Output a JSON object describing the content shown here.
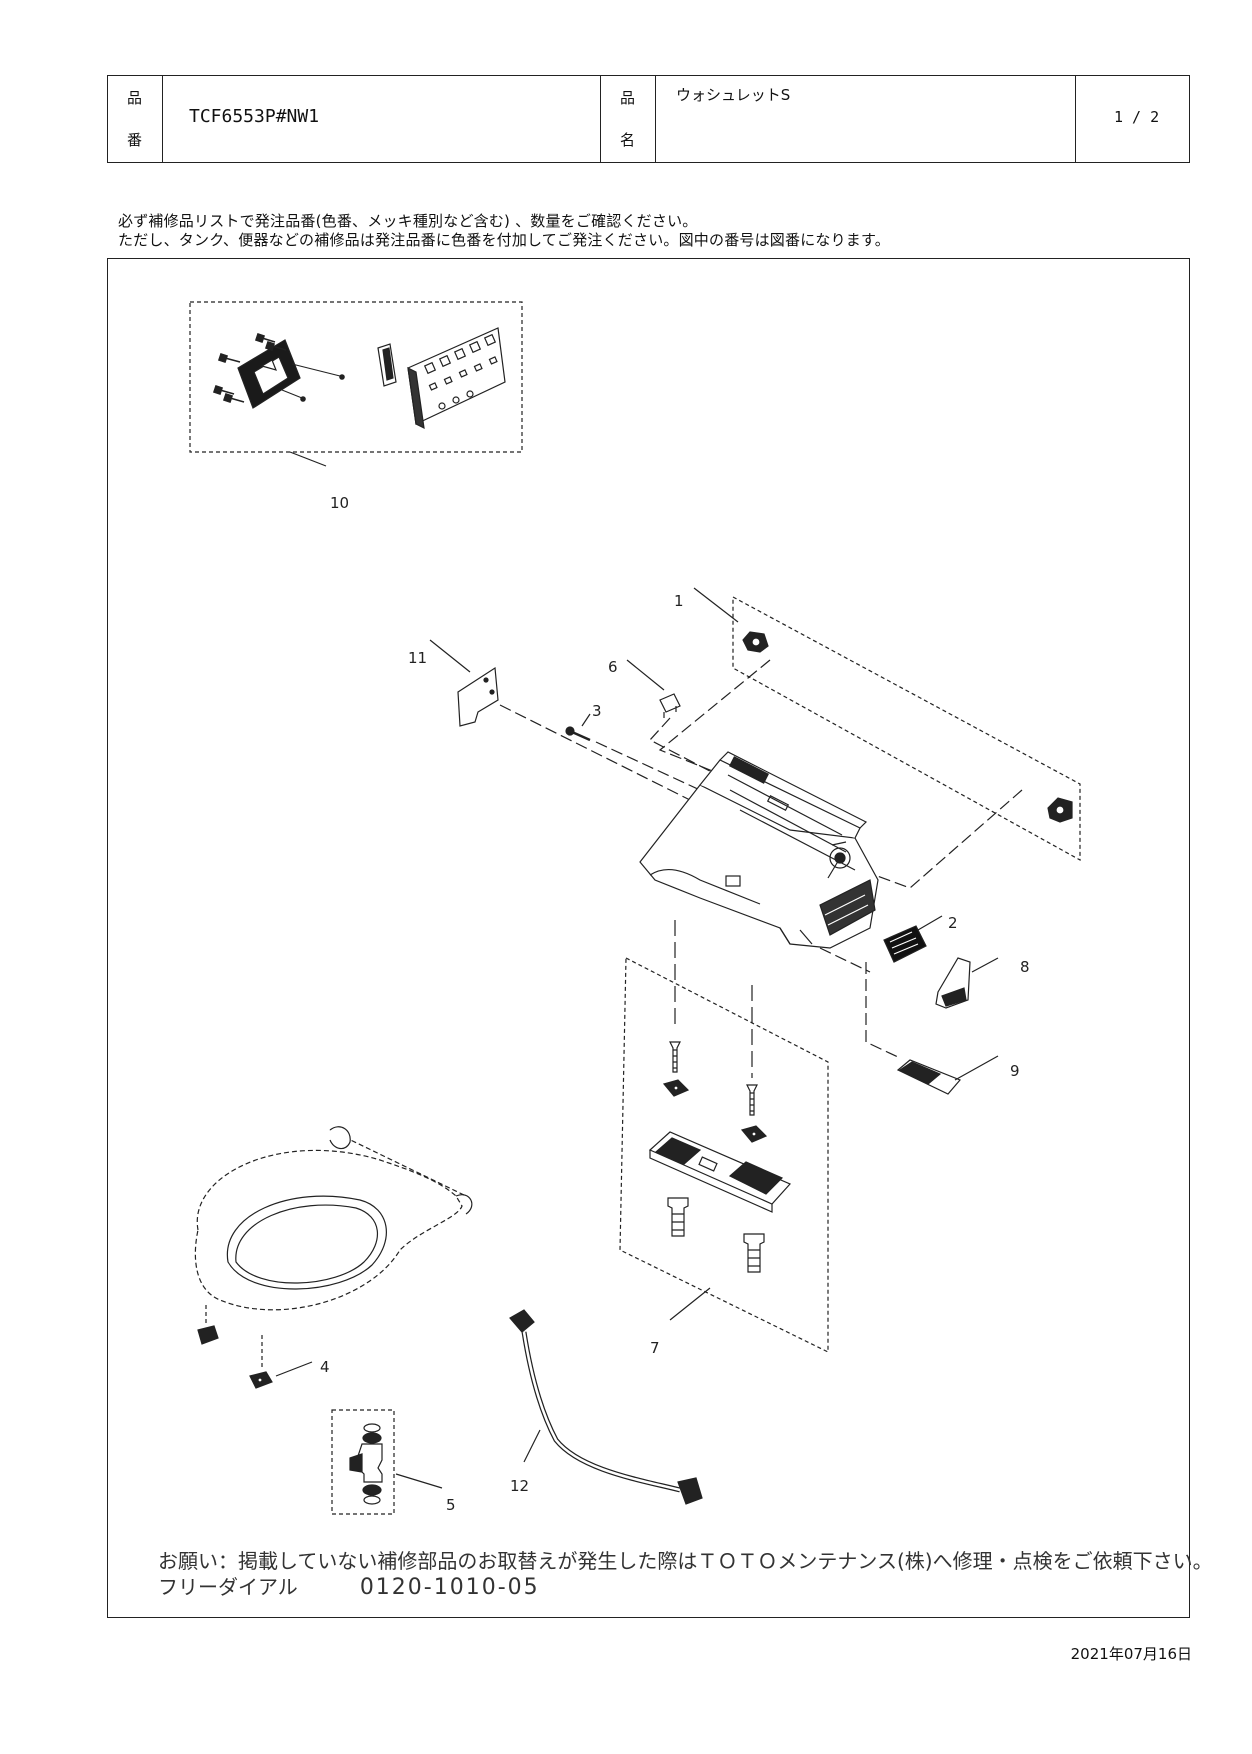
{
  "header": {
    "code_label_1": "品",
    "code_label_2": "番",
    "part_code": "TCF6553P#NW1",
    "name_label_1": "品",
    "name_label_2": "名",
    "product_name": "ウォシュレットS",
    "page_indicator": "1 / 2"
  },
  "notice": {
    "line1": "必ず補修品リストで発注品番(色番、メッキ種別など含む) 、数量をご確認ください。",
    "line2": "ただし、タンク、便器などの補修品は発注品番に色番を付加してご発注ください。図中の番号は図番になります。"
  },
  "diagram": {
    "callouts": [
      "1",
      "2",
      "3",
      "4",
      "5",
      "6",
      "7",
      "8",
      "9",
      "10",
      "11",
      "12"
    ]
  },
  "footer": {
    "request": "お願い：掲載していない補修部品のお取替えが発生した際はＴＯＴＯメンテナンス(株)へ修理・点検をご依頼下さい。",
    "dial_label": "フリーダイアル",
    "dial_number": "0120-1010-05"
  },
  "date": "2021年07月16日"
}
